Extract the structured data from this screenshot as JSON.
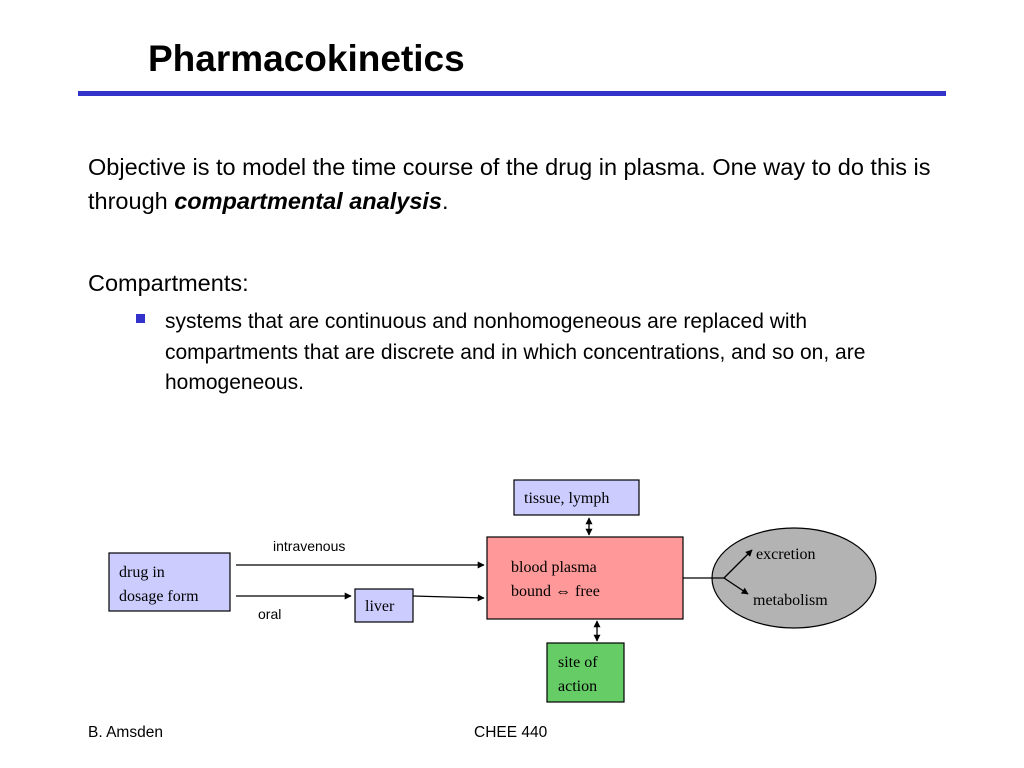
{
  "slide": {
    "title": "Pharmacokinetics",
    "paragraph": {
      "text_before": "Objective is to model the time course of the drug in plasma. One way to do this is through ",
      "emphasis": "compartmental analysis",
      "text_after": "."
    },
    "compartments_heading": "Compartments:",
    "bullets": [
      "systems that are continuous and nonhomogeneous are replaced with compartments that are discrete and in which concentrations, and so on, are homogeneous."
    ]
  },
  "diagram": {
    "nodes": {
      "drug": {
        "line1": "drug in",
        "line2": "dosage form"
      },
      "liver": {
        "label": "liver"
      },
      "tissue": {
        "label": "tissue, lymph"
      },
      "plasma": {
        "line1": "blood plasma",
        "line2_left": "bound ",
        "line2_symbol": "⇔",
        "line2_right": " free"
      },
      "site": {
        "line1": "site of",
        "line2": "action"
      },
      "elimination": {
        "line1": "excretion",
        "line2": "metabolism"
      }
    },
    "edge_labels": {
      "intravenous": "intravenous",
      "oral": "oral"
    },
    "colors": {
      "light_blue": "#ccccff",
      "salmon": "#ff9999",
      "green": "#66cc66",
      "gray": "#b3b3b3",
      "accent": "#3333cc"
    }
  },
  "footer": {
    "author": "B. Amsden",
    "course": "CHEE 440"
  }
}
